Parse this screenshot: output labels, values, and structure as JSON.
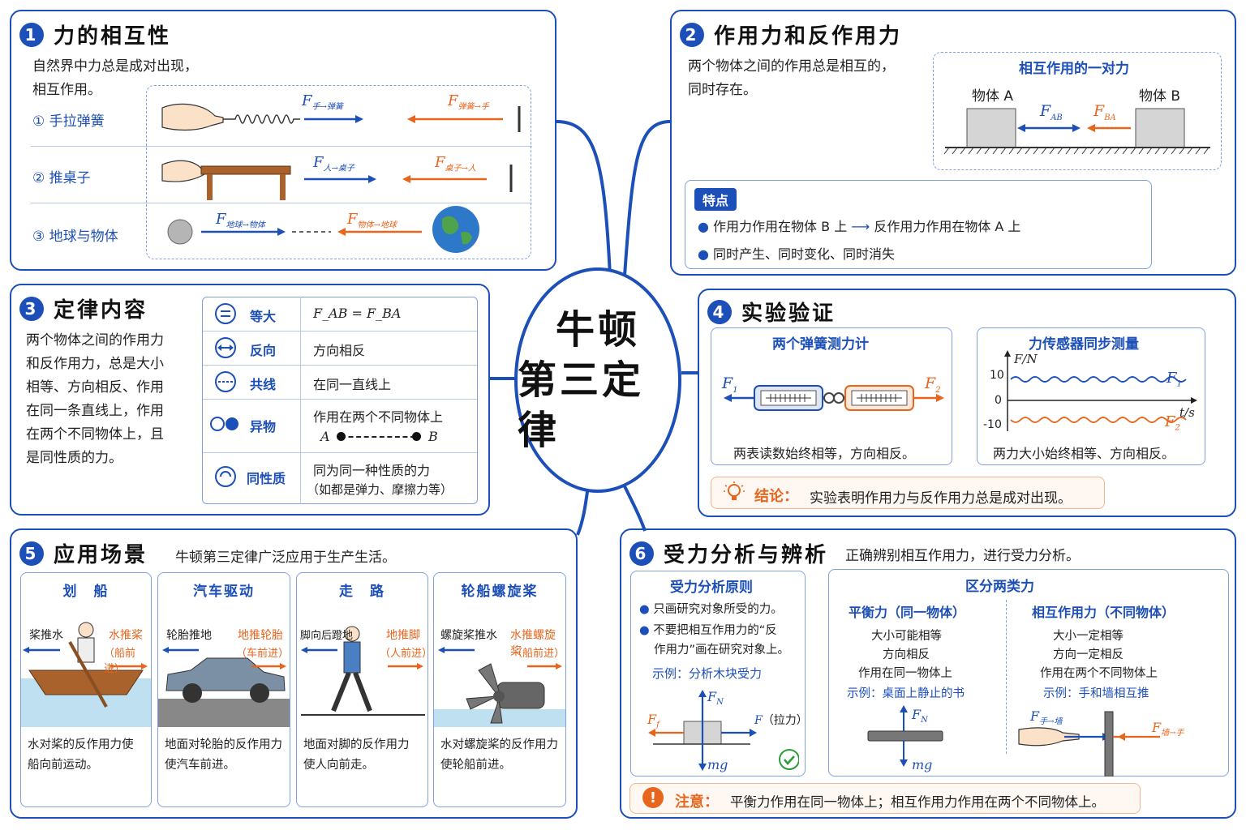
{
  "center": {
    "line1": "牛顿",
    "line2": "第三定律"
  },
  "p1": {
    "num": "1",
    "title": "力的相互性",
    "desc1": "自然界中力总是成对出现，",
    "desc2": "相互作用。",
    "rows": [
      {
        "label": "① 手拉弹簧",
        "f1": "F",
        "f1s": "手→弹簧",
        "f2": "F",
        "f2s": "弹簧→手"
      },
      {
        "label": "② 推桌子",
        "f1": "F",
        "f1s": "人→桌子",
        "f2": "F",
        "f2s": "桌子→人"
      },
      {
        "label": "③ 地球与物体",
        "f1": "F",
        "f1s": "地球→物体",
        "f2": "F",
        "f2s": "物体→地球"
      }
    ]
  },
  "p2": {
    "num": "2",
    "title": "作用力和反作用力",
    "desc1": "两个物体之间的作用总是相互的，",
    "desc2": "同时存在。",
    "pair_title": "相互作用的一对力",
    "objA": "物体 A",
    "objB": "物体 B",
    "fab": "F",
    "fabs": "AB",
    "fba": "F",
    "fbas": "BA",
    "feat_tag": "特点",
    "feat1a": "作用力作用在物体 B 上",
    "feat1b": "反作用力作用在物体 A 上",
    "feat2": "同时产生、同时变化、同时消失"
  },
  "p3": {
    "num": "3",
    "title": "定律内容",
    "desc": [
      "两个物体之间的作用力",
      "和反作用力，总是大小",
      "相等、方向相反、作用",
      "在同一条直线上，作用",
      "在两个不同物体上，且",
      "是同性质的力。"
    ],
    "rows": [
      {
        "name": "等大",
        "value": "F_AB = F_BA"
      },
      {
        "name": "反向",
        "value": "方向相反"
      },
      {
        "name": "共线",
        "value": "在同一直线上"
      },
      {
        "name": "异物",
        "value": "作用在两个不同物体上",
        "a": "A",
        "b": "B"
      },
      {
        "name": "同性质",
        "value": "同为同一种性质的力",
        "value2": "（如都是弹力、摩擦力等）"
      }
    ]
  },
  "p4": {
    "num": "4",
    "title": "实验验证",
    "left_title": "两个弹簧测力计",
    "left_note": "两表读数始终相等，方向相反。",
    "f1": "F",
    "f1s": "1",
    "f2": "F",
    "f2s": "2",
    "right_title": "力传感器同步测量",
    "right_note": "两力大小始终相等、方向相反。",
    "yaxis": "F/N",
    "xaxis": "t/s",
    "y10": "10",
    "y0": "0",
    "yneg": "-10",
    "concl_label": "结论：",
    "concl": "实验表明作用力与反作用力总是成对出现。"
  },
  "p5": {
    "num": "5",
    "title": "应用场景",
    "subtitle": "牛顿第三定律广泛应用于生产生活。",
    "cards": [
      {
        "title": "划　船",
        "l1": "桨推水",
        "r1": "水推桨",
        "r2": "（船前进）",
        "t1": "水对桨的反作用力使",
        "t2": "船向前运动。"
      },
      {
        "title": "汽车驱动",
        "l1": "轮胎推地",
        "r1": "地推轮胎",
        "r2": "（车前进）",
        "t1": "地面对轮胎的反作用力",
        "t2": "使汽车前进。"
      },
      {
        "title": "走　路",
        "l1": "脚向后蹬地",
        "r1": "地推脚",
        "r2": "（人前进）",
        "t1": "地面对脚的反作用力",
        "t2": "使人向前走。"
      },
      {
        "title": "轮船螺旋桨",
        "l1": "螺旋桨推水",
        "r1": "水推螺旋桨",
        "r2": "（船前进）",
        "t1": "水对螺旋桨的反作用力",
        "t2": "使轮船前进。"
      }
    ]
  },
  "p6": {
    "num": "6",
    "title": "受力分析与辨析",
    "subtitle": "正确辨别相互作用力，进行受力分析。",
    "principle_title": "受力分析原则",
    "b1": "只画研究对象所受的力。",
    "b2a": "不要把相互作用力的“反",
    "b2b": "作用力”画在研究对象上。",
    "example": "示例：分析木块受力",
    "fn": "F",
    "fns": "N",
    "ff": "F",
    "ffs": "f",
    "fpull": "F",
    "fpulls": "（拉力）",
    "mg": "mg",
    "dist_title": "区分两类力",
    "bal_title": "平衡力（同一物体）",
    "bal1": "大小可能相等",
    "bal2": "方向相反",
    "bal3": "作用在同一物体上",
    "bal_ex": "示例：桌面上静止的书",
    "mut_title": "相互作用力（不同物体）",
    "mut1": "大小一定相等",
    "mut2": "方向一定相反",
    "mut3": "作用在两个不同物体上",
    "mut_ex": "示例：手和墙相互推",
    "fhand": "F",
    "fhands": "手→墙",
    "fwall": "F",
    "fwalls": "墙→手",
    "note_label": "注意：",
    "note": "平衡力作用在同一物体上；相互作用力作用在两个不同物体上。"
  },
  "colors": {
    "blue": "#1d4fb8",
    "orange": "#e8651d"
  }
}
